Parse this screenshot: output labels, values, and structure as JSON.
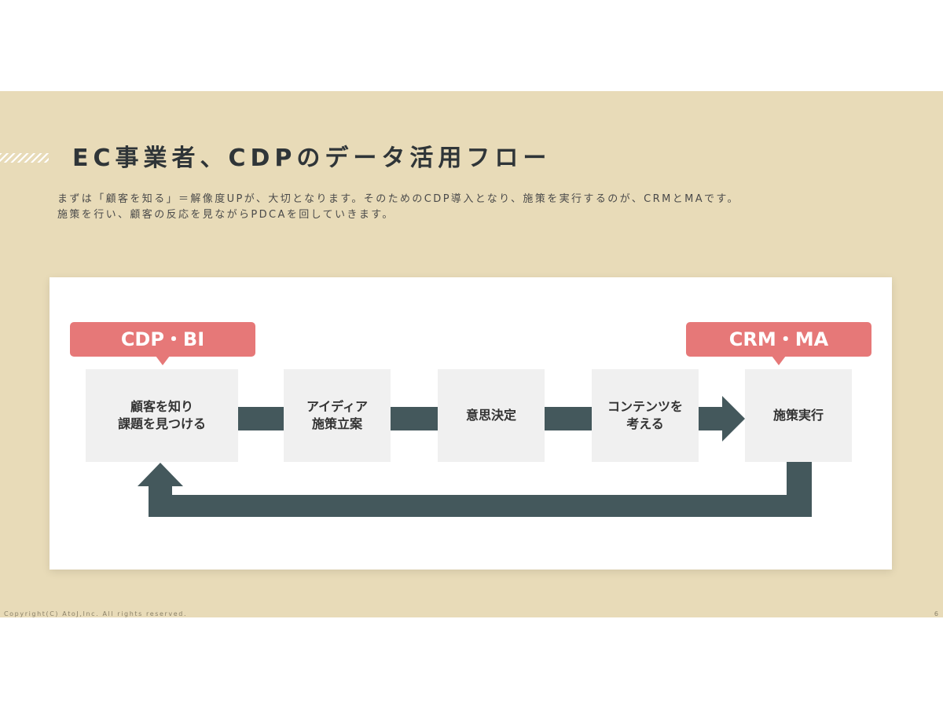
{
  "title": "EC事業者、CDPのデータ活用フロー",
  "description": {
    "line1": "まずは「顧客を知る」＝解像度UPが、大切となります。そのためのCDP導入となり、施策を実行するのが、CRMとMAです。",
    "line2": "施策を行い、顧客の反応を見ながらPDCAを回していきます。"
  },
  "tags": {
    "left": "CDP・BI",
    "right": "CRM・MA"
  },
  "steps": [
    {
      "label": "顧客を知り\n課題を見つける"
    },
    {
      "label": "アイディア\n施策立案"
    },
    {
      "label": "意思決定"
    },
    {
      "label": "コンテンツを\n考える"
    },
    {
      "label": "施策実行"
    }
  ],
  "colors": {
    "background": "#e8dbb8",
    "tag": "#e67878",
    "arrow": "#44585c",
    "box": "#f0f0f0"
  },
  "footer": {
    "copyright": "Copyright(C) AtoJ,Inc. All rights reserved.",
    "page_number": "6"
  }
}
